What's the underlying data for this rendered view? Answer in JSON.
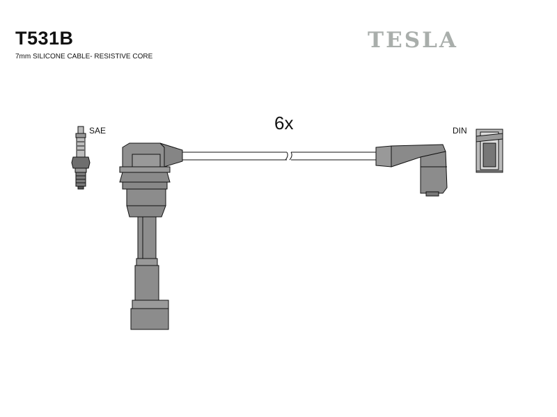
{
  "header": {
    "part_number": "T531B",
    "description": "7mm SILICONE CABLE- RESISTIVE CORE",
    "brand": "TESLA"
  },
  "diagram": {
    "quantity": "6x",
    "spark_plug_standard": "SAE",
    "coil_standard": "DIN"
  },
  "colors": {
    "part_fill": "#8c8c8c",
    "part_fill_light": "#a4a4a4",
    "brand_gray": "#a9aeab",
    "outline": "#111111"
  }
}
